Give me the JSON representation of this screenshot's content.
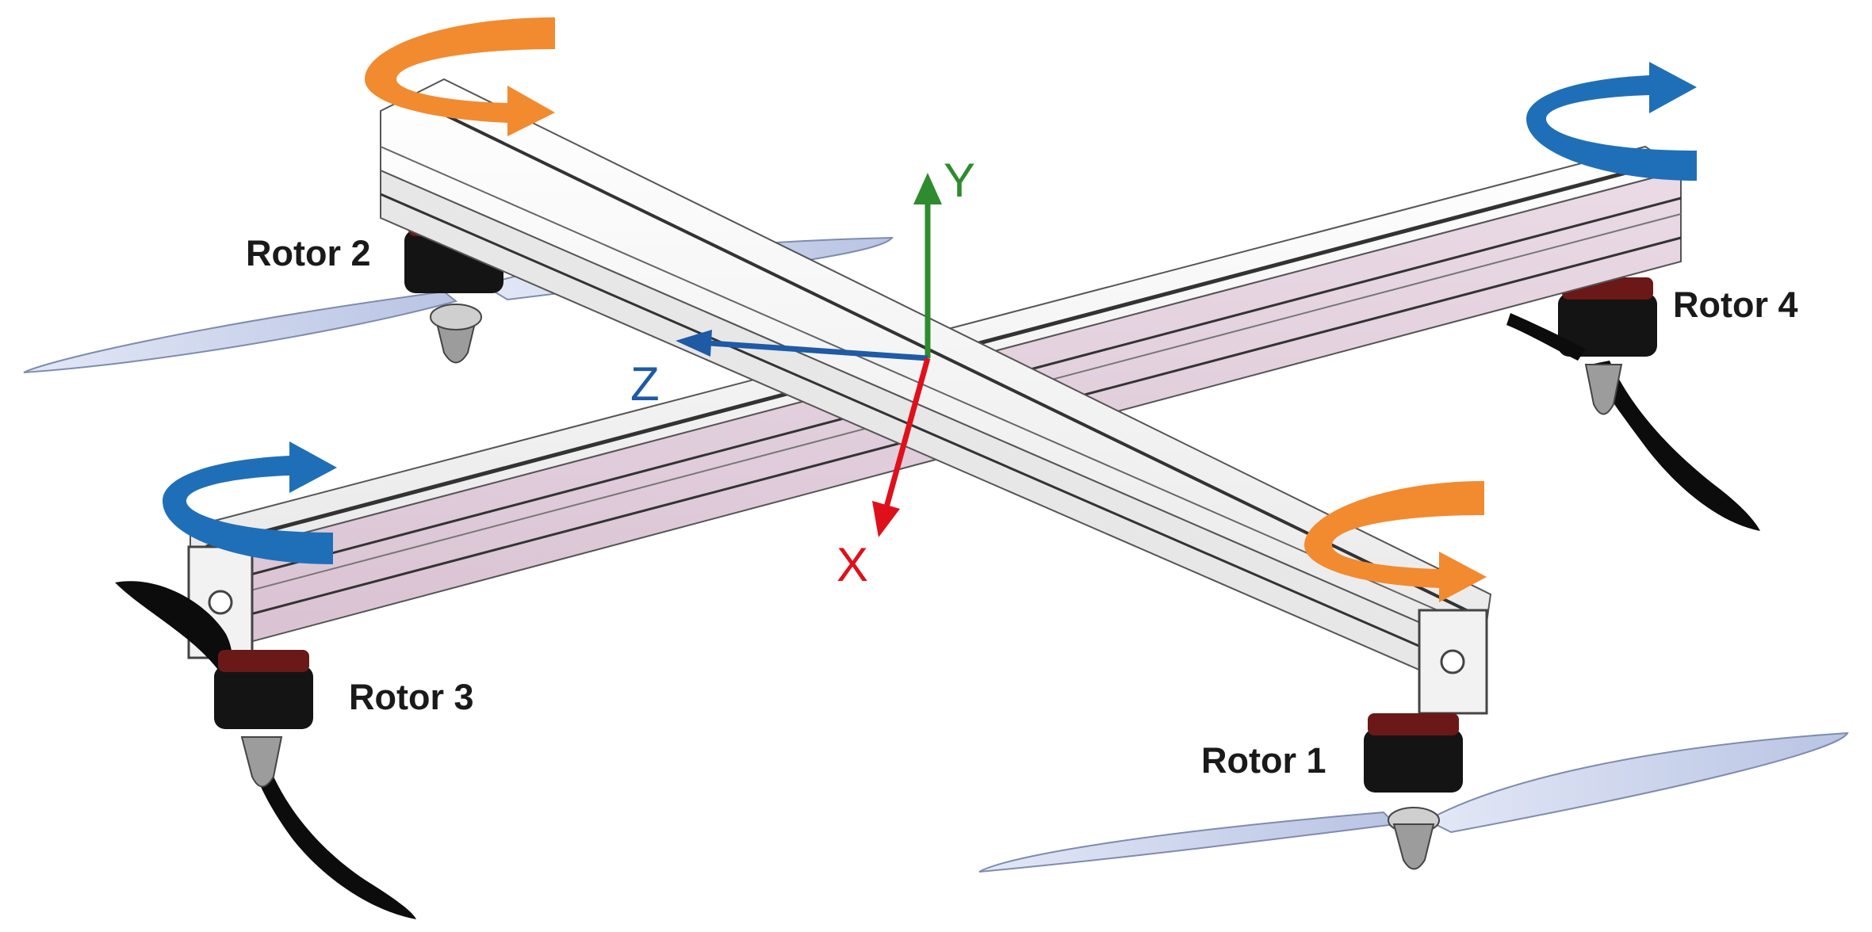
{
  "labels": {
    "rotor1": "Rotor 1",
    "rotor2": "Rotor 2",
    "rotor3": "Rotor 3",
    "rotor4": "Rotor 4"
  },
  "axes": {
    "x": "X",
    "y": "Y",
    "z": "Z"
  },
  "colors": {
    "rotor_cw": "#f28a30",
    "rotor_ccw": "#1f6fb8",
    "axis_x": "#e0101a",
    "axis_y": "#2e8b2e",
    "axis_z": "#1f5aa6",
    "rail_top": "#f4f4f4",
    "rail_side": "#e6d3e0",
    "rail_edge": "#555555",
    "propeller_light": "#cdd6ee",
    "propeller_dark": "#0c0c0c",
    "motor": "#141414",
    "motor_ring": "#7a1a1a"
  },
  "rotor_direction": {
    "rotor1": "orange",
    "rotor2": "orange",
    "rotor3": "blue",
    "rotor4": "blue"
  }
}
